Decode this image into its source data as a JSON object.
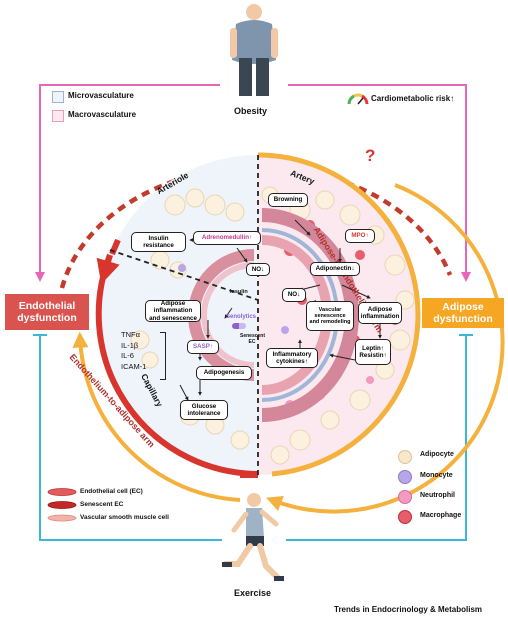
{
  "top": {
    "label": "Obesity"
  },
  "bottom": {
    "label": "Exercise"
  },
  "legend_top": {
    "micro": "Microvasculature",
    "macro": "Macrovasculature"
  },
  "risk": {
    "label": "Cardiometabolic risk↑"
  },
  "left_box": {
    "label": "Endothelial dysfunction",
    "color": "#d9534f"
  },
  "right_box": {
    "label": "Adipose dysfunction",
    "color": "#f5a623"
  },
  "question_mark": "?",
  "arcs": {
    "top": "Adipose-to-endothelium arm",
    "bottom": "Endothelium-to-adipose arm"
  },
  "regions": {
    "arteriole": "Arteriole",
    "artery": "Artery",
    "capillary": "Capillary"
  },
  "boxes": {
    "insulin_resistance": "Insulin resistance",
    "adrenomedullin": "Adrenomedullin↑",
    "no_left": "NO↓",
    "insulin": "Insulin",
    "adipose_inflammation_senescence": "Adipose inflammation and senescence",
    "senolytics": "Senolytics",
    "senescent_ec": "Senescent EC",
    "sasp": "SASP↑",
    "adipogenesis": "Adipogenesis",
    "glucose_intolerance": "Glucose intolerance",
    "browning": "Browning",
    "mpo": "MPO↑",
    "adiponectin": "Adiponectin↓",
    "no_right": "NO↓",
    "vascular_senescence": "Vascular senescence and remodeling",
    "adipose_inflammation": "Adipose inflammation",
    "leptin": "Leptin↑",
    "resistin": "Resistin↑",
    "inflammatory_cytokines": "Inflammatory cytokines↑"
  },
  "cytokines": [
    "TNFα",
    "IL-1β",
    "IL-6",
    "ICAM-1"
  ],
  "cell_legend": [
    {
      "label": "Adipocyte",
      "color": "#f8e7c8"
    },
    {
      "label": "Monocyte",
      "color": "#b9a6e8"
    },
    {
      "label": "Neutrophil",
      "color": "#f29ac0"
    },
    {
      "label": "Macrophage",
      "color": "#e85d6a"
    }
  ],
  "cell_types": [
    {
      "label": "Endothelial cell (EC)"
    },
    {
      "label": "Senescent EC"
    },
    {
      "label": "Vascular smooth muscle cell"
    }
  ],
  "footer": "Trends in Endocrinology & Metabolism",
  "colors": {
    "pink": "#e667b8",
    "cyan": "#3bb7d9",
    "red": "#d9352f",
    "orange": "#f4b13d",
    "dark_red": "#b3312b"
  }
}
